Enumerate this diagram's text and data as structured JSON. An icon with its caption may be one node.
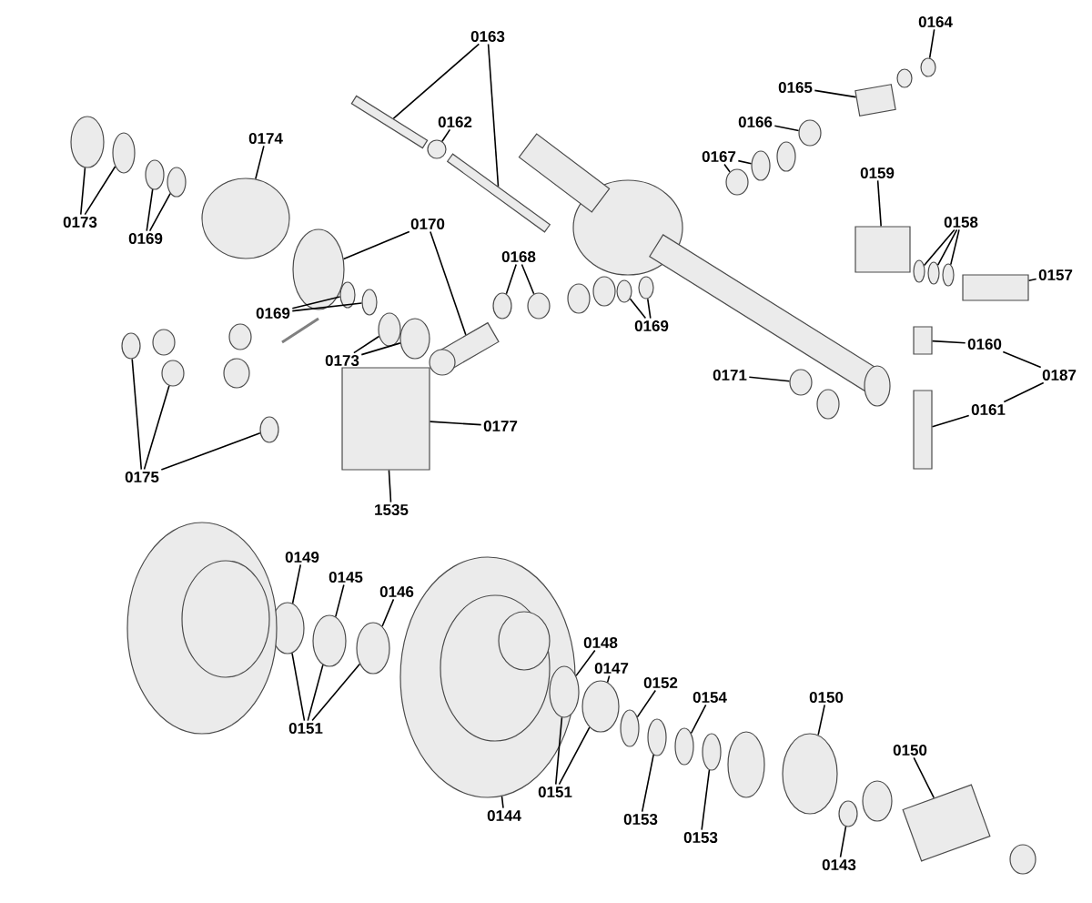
{
  "diagram": {
    "nodes": [
      {
        "text": [
          "0164"
        ]
      },
      {
        "text": [
          "0163"
        ]
      },
      {
        "text": [
          "0165"
        ]
      },
      {
        "text": [
          "0162"
        ]
      },
      {
        "text": [
          "0166"
        ]
      },
      {
        "text": [
          "0174"
        ]
      },
      {
        "text": [
          "0167"
        ]
      },
      {
        "text": [
          "0159"
        ]
      },
      {
        "text": [
          "0173"
        ]
      },
      {
        "text": [
          "0169"
        ]
      },
      {
        "text": [
          "0170"
        ]
      },
      {
        "text": [
          "0158"
        ]
      },
      {
        "text": [
          "0168"
        ]
      },
      {
        "text": [
          "0157"
        ]
      },
      {
        "text": [
          "0169"
        ]
      },
      {
        "text": [
          "0169"
        ]
      },
      {
        "text": [
          "0160"
        ]
      },
      {
        "text": [
          "0173"
        ]
      },
      {
        "text": [
          "0171"
        ]
      },
      {
        "text": [
          "0187"
        ]
      },
      {
        "text": [
          "0161"
        ]
      },
      {
        "text": [
          "0177"
        ]
      },
      {
        "text": [
          "0175"
        ]
      },
      {
        "text": [
          "1535"
        ]
      },
      {
        "text": [
          "0149"
        ]
      },
      {
        "text": [
          "0145"
        ]
      },
      {
        "text": [
          "0146"
        ]
      },
      {
        "text": [
          "0148"
        ]
      },
      {
        "text": [
          "0147"
        ]
      },
      {
        "text": [
          "0152"
        ]
      },
      {
        "text": [
          "0150"
        ]
      },
      {
        "text": [
          "0154"
        ]
      },
      {
        "text": [
          "0151"
        ]
      },
      {
        "text": [
          "0150"
        ]
      },
      {
        "text": [
          "0151"
        ]
      },
      {
        "text": [
          "0144"
        ]
      },
      {
        "text": [
          "0153"
        ]
      },
      {
        "text": [
          "0153"
        ]
      },
      {
        "text": [
          "0143"
        ]
      },
      {
        "text": [],
        "shape": "circle"
      },
      {
        "text": [],
        "shape": "box"
      },
      {
        "text": [],
        "shape": "box"
      },
      {
        "text": [],
        "shape": "box"
      },
      {
        "text": [],
        "shape": "circle"
      },
      {
        "text": [],
        "shape": "circle"
      },
      {
        "text": [],
        "shape": "circle"
      },
      {
        "text": [],
        "shape": "circle"
      },
      {
        "text": [],
        "shape": "circle"
      },
      {
        "text": [],
        "shape": "box"
      },
      {
        "text": [],
        "shape": "circle"
      },
      {
        "text": [],
        "shape": "circle"
      },
      {
        "text": [],
        "shape": "circle"
      },
      {
        "text": [],
        "shape": "circle"
      },
      {
        "text": [],
        "shape": "circle"
      },
      {
        "text": [],
        "shape": "box"
      },
      {
        "text": [],
        "shape": "circle"
      },
      {
        "text": [],
        "shape": "circle"
      },
      {
        "text": [],
        "shape": "circle"
      },
      {
        "text": [],
        "shape": "circle"
      },
      {
        "text": [],
        "shape": "circle"
      },
      {
        "text": [],
        "shape": "circle"
      },
      {
        "text": [],
        "shape": "circle"
      },
      {
        "text": [],
        "shape": "box"
      },
      {
        "text": [],
        "shape": "circle"
      },
      {
        "text": [],
        "shape": "circle"
      },
      {
        "text": [],
        "shape": "box"
      },
      {
        "text": [],
        "shape": "circle"
      },
      {
        "text": [],
        "shape": "circle"
      },
      {
        "text": [],
        "shape": "circle"
      },
      {
        "text": [],
        "shape": "box"
      },
      {
        "text": [],
        "shape": "box"
      },
      {
        "text": [],
        "shape": "circle"
      },
      {
        "text": [],
        "shape": "circle"
      },
      {
        "text": [],
        "shape": "circle"
      },
      {
        "text": [],
        "shape": "circle"
      },
      {
        "text": [],
        "shape": "circle"
      },
      {
        "text": [],
        "shape": "circle"
      },
      {
        "text": [],
        "shape": "circle"
      },
      {
        "text": [],
        "shape": "circle"
      },
      {
        "text": [],
        "shape": "circle"
      },
      {
        "text": [],
        "shape": "circle"
      },
      {
        "text": [],
        "shape": "circle"
      },
      {
        "text": [],
        "shape": "circle"
      },
      {
        "text": [],
        "shape": "circle"
      },
      {
        "text": [],
        "shape": "circle"
      },
      {
        "text": [],
        "shape": "box"
      },
      {
        "text": [],
        "shape": "circle"
      },
      {
        "text": [],
        "shape": "circle"
      },
      {
        "text": [],
        "shape": "circle"
      },
      {
        "text": [],
        "shape": "circle"
      },
      {
        "text": [],
        "shape": "circle"
      },
      {
        "text": [],
        "shape": "circle"
      },
      {
        "text": [],
        "shape": "circle"
      },
      {
        "text": [],
        "shape": "circle"
      },
      {
        "text": [],
        "shape": "circle"
      },
      {
        "text": [],
        "shape": "circle"
      },
      {
        "text": [],
        "shape": "circle"
      },
      {
        "text": [],
        "shape": "circle"
      },
      {
        "text": [],
        "shape": "circle"
      },
      {
        "text": [],
        "shape": "circle"
      },
      {
        "text": [],
        "shape": "box"
      },
      {
        "text": [],
        "shape": "box"
      },
      {
        "text": [],
        "shape": "circle"
      }
    ],
    "edges": [
      {
        "from": 0,
        "to": 39,
        "arrow": "none"
      },
      {
        "from": 1,
        "to": 40,
        "arrow": "none"
      },
      {
        "from": 1,
        "to": 41,
        "arrow": "none"
      },
      {
        "from": 2,
        "to": 42,
        "arrow": "none"
      },
      {
        "from": 3,
        "to": 43,
        "arrow": "none"
      },
      {
        "from": 4,
        "to": 44,
        "arrow": "none"
      },
      {
        "from": 5,
        "to": 45,
        "arrow": "none"
      },
      {
        "from": 6,
        "to": 46,
        "arrow": "none"
      },
      {
        "from": 6,
        "to": 47,
        "arrow": "none"
      },
      {
        "from": 7,
        "to": 48,
        "arrow": "none"
      },
      {
        "from": 8,
        "to": 49,
        "arrow": "none"
      },
      {
        "from": 8,
        "to": 50,
        "arrow": "none"
      },
      {
        "from": 9,
        "to": 51,
        "arrow": "none"
      },
      {
        "from": 9,
        "to": 52,
        "arrow": "none"
      },
      {
        "from": 10,
        "to": 53,
        "arrow": "none"
      },
      {
        "from": 10,
        "to": 54,
        "arrow": "none"
      },
      {
        "from": 11,
        "to": 59,
        "arrow": "none"
      },
      {
        "from": 11,
        "to": 60,
        "arrow": "none"
      },
      {
        "from": 11,
        "to": 61,
        "arrow": "none"
      },
      {
        "from": 12,
        "to": 55,
        "arrow": "none"
      },
      {
        "from": 12,
        "to": 56,
        "arrow": "none"
      },
      {
        "from": 13,
        "to": 62,
        "arrow": "none"
      },
      {
        "from": 14,
        "to": 57,
        "arrow": "none"
      },
      {
        "from": 14,
        "to": 58,
        "arrow": "none"
      },
      {
        "from": 15,
        "to": 63,
        "arrow": "none"
      },
      {
        "from": 15,
        "to": 64,
        "arrow": "none"
      },
      {
        "from": 16,
        "to": 65,
        "arrow": "none"
      },
      {
        "from": 17,
        "to": 66,
        "arrow": "none"
      },
      {
        "from": 17,
        "to": 67,
        "arrow": "none"
      },
      {
        "from": 18,
        "to": 68,
        "arrow": "none"
      },
      {
        "from": 19,
        "to": 16,
        "arrow": "none"
      },
      {
        "from": 19,
        "to": 20,
        "arrow": "none"
      },
      {
        "from": 20,
        "to": 69,
        "arrow": "none"
      },
      {
        "from": 21,
        "to": 70,
        "arrow": "none"
      },
      {
        "from": 22,
        "to": 71,
        "arrow": "none"
      },
      {
        "from": 22,
        "to": 72,
        "arrow": "none"
      },
      {
        "from": 22,
        "to": 73,
        "arrow": "none"
      },
      {
        "from": 23,
        "to": 70,
        "arrow": "none"
      },
      {
        "from": 24,
        "to": 74,
        "arrow": "none"
      },
      {
        "from": 25,
        "to": 75,
        "arrow": "none"
      },
      {
        "from": 26,
        "to": 76,
        "arrow": "none"
      },
      {
        "from": 27,
        "to": 78,
        "arrow": "none"
      },
      {
        "from": 28,
        "to": 79,
        "arrow": "none"
      },
      {
        "from": 29,
        "to": 80,
        "arrow": "none"
      },
      {
        "from": 30,
        "to": 82,
        "arrow": "none"
      },
      {
        "from": 31,
        "to": 81,
        "arrow": "none"
      },
      {
        "from": 32,
        "to": 74,
        "arrow": "none"
      },
      {
        "from": 32,
        "to": 75,
        "arrow": "none"
      },
      {
        "from": 32,
        "to": 76,
        "arrow": "none"
      },
      {
        "from": 33,
        "to": 85,
        "arrow": "none"
      },
      {
        "from": 34,
        "to": 78,
        "arrow": "none"
      },
      {
        "from": 34,
        "to": 79,
        "arrow": "none"
      },
      {
        "from": 35,
        "to": 77,
        "arrow": "none"
      },
      {
        "from": 36,
        "to": 83,
        "arrow": "none"
      },
      {
        "from": 37,
        "to": 84,
        "arrow": "none"
      },
      {
        "from": 38,
        "to": 86,
        "arrow": "none"
      }
    ]
  }
}
